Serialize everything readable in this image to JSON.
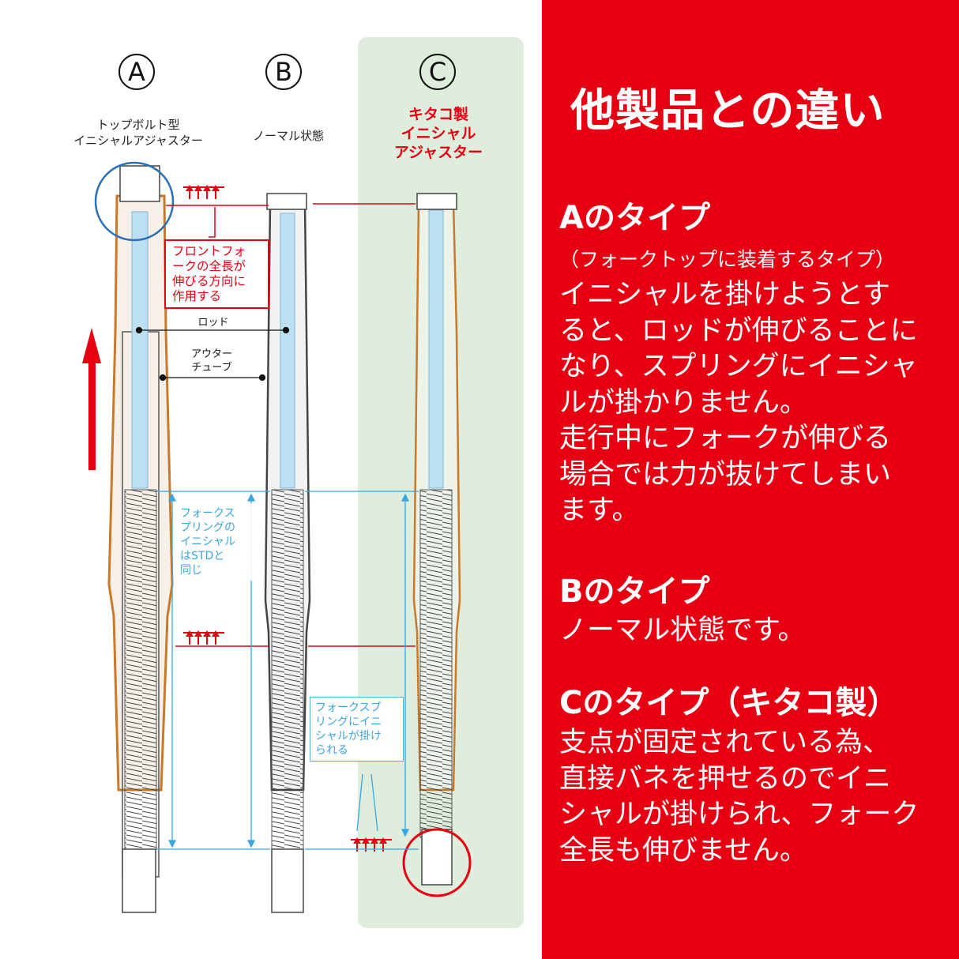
{
  "diagram": {
    "columns": [
      {
        "letter": "A",
        "label_lines": [
          "トップボルト型",
          "イニシャルアジャスター"
        ]
      },
      {
        "letter": "B",
        "label_lines": [
          "ノーマル状態"
        ]
      },
      {
        "letter": "C",
        "label_lines": [
          "キタコ製",
          "イニシャル",
          "アジャスター"
        ]
      }
    ],
    "callout_front_fork": [
      "フロントフォ",
      "ークの全長が",
      "伸びる方向に",
      "作用する"
    ],
    "tag_rod": "ロッド",
    "tag_outer_tube": [
      "アウター",
      "チューブ"
    ],
    "callout_spring_std": [
      "フォークス",
      "プリングの",
      "イニシャル",
      "はSTDと",
      "同じ"
    ],
    "callout_spring_applied": [
      "フォークスプ",
      "リングにイニ",
      "シャルが掛け",
      "られる"
    ],
    "colors": {
      "red": "#e60012",
      "blue": "#3aa6df",
      "green_panel": "#deeddc",
      "rod": "#bcdff3",
      "tube_outline": "#c8792a"
    }
  },
  "panel": {
    "title": "他製品との違い",
    "sections": [
      {
        "title": "Aのタイプ",
        "subtitle": "（フォークトップに装着するタイプ）",
        "body": [
          "イニシャルを掛けようとす",
          "ると、ロッドが伸びることに",
          "なり、スプリングにイニシャ",
          "ルが掛かりません。",
          "走行中にフォークが伸びる",
          "場合では力が抜けてしまい",
          "ます。"
        ]
      },
      {
        "title": "Bのタイプ",
        "body": [
          "ノーマル状態です。"
        ]
      },
      {
        "title": "Cのタイプ（キタコ製）",
        "body": [
          "支点が固定されている為、",
          "直接バネを押せるのでイニ",
          "シャルが掛けられ、フォーク",
          "全長も伸びません。"
        ]
      }
    ]
  }
}
